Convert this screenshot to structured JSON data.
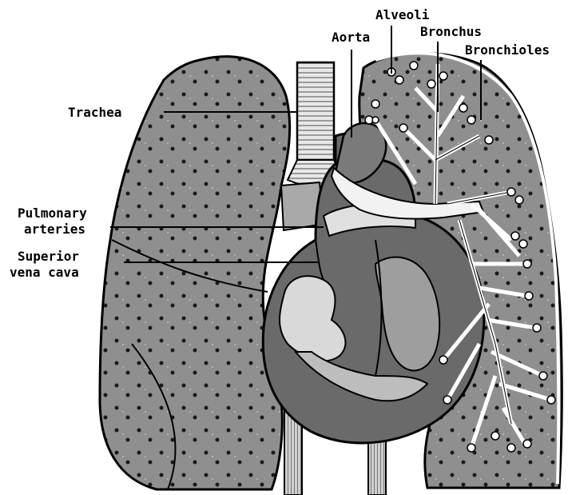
{
  "labels": {
    "trachea": "Trachea",
    "aorta": "Aorta",
    "alveoli": "Alveoli",
    "bronchus": "Bronchus",
    "bronchioles": "Bronchioles",
    "pulmonary_line1": "Pulmonary",
    "pulmonary_line2": "arteries",
    "vena_line1": "Superior",
    "vena_line2": "vena cava"
  },
  "colors": {
    "lung_fill": "#8f8f8f",
    "lung_outline": "#000000",
    "heart_fill": "#6a6a6a",
    "chamber_fill": "#d9d9d9",
    "airway_fill": "#ffffff",
    "vessel_fill": "#a9a9a9"
  }
}
